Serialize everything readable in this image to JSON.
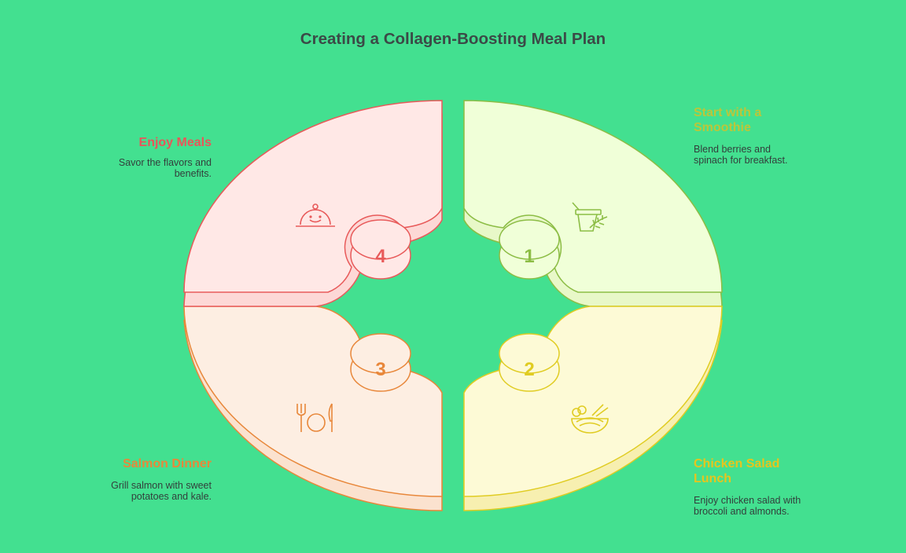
{
  "title": "Creating a Collagen-Boosting Meal Plan",
  "steps": [
    {
      "number": "1",
      "heading": "Start with a Smoothie",
      "description": "Blend berries and spinach for breakfast.",
      "icon": "smoothie-icon",
      "color": "#8cbd45",
      "fill": "#f0ffd8",
      "text_color": "#bcc63a"
    },
    {
      "number": "2",
      "heading": "Chicken Salad Lunch",
      "description": "Enjoy chicken salad with broccoli and almonds.",
      "icon": "salad-bowl-icon",
      "color": "#e0cc22",
      "fill": "#fdfad6",
      "text_color": "#e6c51e"
    },
    {
      "number": "3",
      "heading": "Salmon Dinner",
      "description": "Grill salmon with sweet potatoes and kale.",
      "icon": "utensils-plate-icon",
      "color": "#e8873a",
      "fill": "#fdeee2",
      "text_color": "#e8873a"
    },
    {
      "number": "4",
      "heading": "Enjoy Meals",
      "description": "Savor the flavors and benefits.",
      "icon": "serving-cloche-icon",
      "color": "#e85a5a",
      "fill": "#ffe8e6",
      "text_color": "#e8565a"
    }
  ],
  "colors": {
    "background": "#43e090",
    "title": "#3b4a47",
    "body_text": "#333f3c"
  }
}
